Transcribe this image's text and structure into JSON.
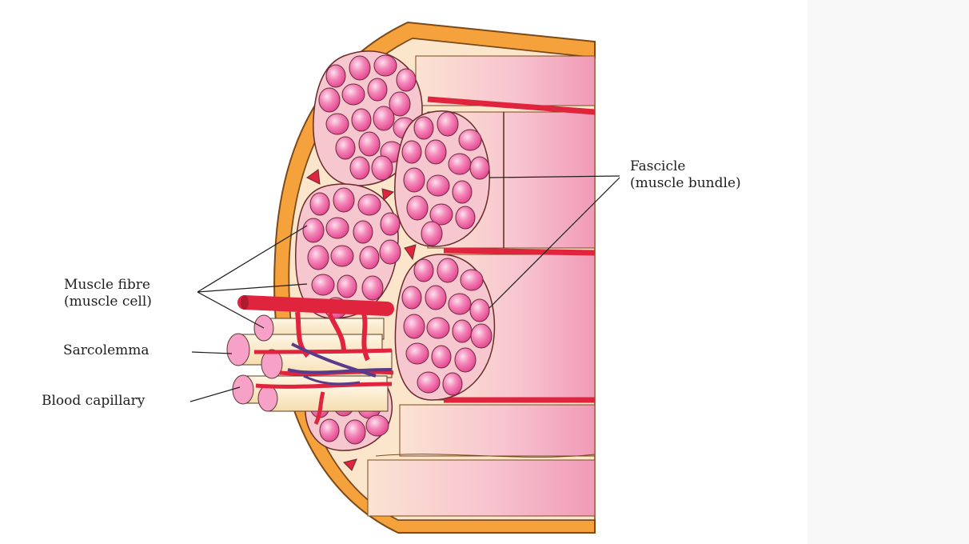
{
  "labels": {
    "fascicle_line1": "Fascicle",
    "fascicle_line2": "(muscle bundle)",
    "fibre_line1": "Muscle fibre",
    "fibre_line2": "(muscle cell)",
    "sarcolemma": "Sarcolemma",
    "capillary": "Blood capillary"
  },
  "colors": {
    "outer_sheath": "#f6a23c",
    "sheath_stroke": "#7a4a1a",
    "cream": "#fbe6cc",
    "fascicle_fill": "#f6c7cf",
    "fibre_fill": "#ee5a9f",
    "fibre_highlight": "#fbd3e6",
    "blood_vessel": "#e0243e",
    "vein": "#5a3a8a",
    "pink_band": "#f3b6c8"
  }
}
